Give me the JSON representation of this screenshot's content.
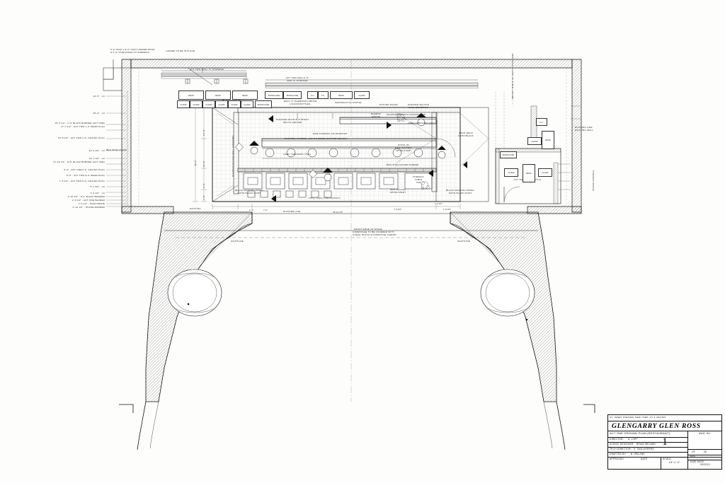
{
  "sheet": {
    "background_color": "#fdfdfc",
    "line_color": "#1a1a1a"
  },
  "title_block": {
    "venue": "ST. JAMES THEATER, NEW YORK, NY & USA 829",
    "production": "GLENGARRY GLEN ROSS",
    "drawing_title": "ACT ONE GROUND PLAN (RESTAURANT)",
    "director_label": "DIRECTOR:",
    "director": "A. LOPP",
    "scenic_designer_label": "SCENIC DESIGNER:",
    "scenic_designer": "BRIAN IRELAND",
    "tech_director_label": "TECH DIRECTOR:",
    "tech_director": "S. TAGLIAFERRO",
    "drafted_by_label": "DRAFTED BY:",
    "drafted_by": "B. IRELAND",
    "approved_label": "APPROVED",
    "date_label": "DATE",
    "scale_label": "SCALE:",
    "scale_value": "1/4\"=1'-0\"",
    "dwg_no_label": "DWG. NO.",
    "dwg_no": "1",
    "of_label": "OF",
    "of_value": "28",
    "rev_label": "REV.",
    "dwg_date_label": "DWG DATE",
    "dwg_date": "09/22/12"
  },
  "linesets": [
    {
      "pos": "22'-9\" - LX"
    },
    {
      "pos": "20'-0\" - LX"
    },
    {
      "pos": "18'-0 1/2\" - U.S. BLACK BORDER (ACT ONE)"
    },
    {
      "pos": "17'-7 1/2\" - ACT TWO U.S. BEAM PLUG"
    },
    {
      "pos": "15'-8 1/2\" - ACT TWO U.S. CEILING PLUG"
    },
    {
      "pos": "13'-9 1/2\" - LX"
    },
    {
      "pos": "11'-1 1/2\" - LX"
    },
    {
      "pos": "10'-10 1/2\" - M.S. BLACK BORDER (ACT ONE)"
    },
    {
      "pos": "9'-0\" - ACT ONE D.S. CEILING PLUG"
    },
    {
      "pos": "8'-0\" - ACT TWO D.S. BEAM PLUG"
    },
    {
      "pos": "7'-5 1/2\" - ACT TWO D.S. CEILING PLUG"
    },
    {
      "pos": "5'-1 3/4\" - LX"
    },
    {
      "pos": "3'-0 1/2\" - LX"
    },
    {
      "pos": "2'-10 1/2\" - D.S. BLACK BORDER"
    },
    {
      "pos": "2'-0 1/2\" - ACT ONE HEADER"
    },
    {
      "pos": "1'-5 1/2\" - MAIN DRAPE"
    },
    {
      "pos": "0'-10 1/2\" - HOUSE BORDER"
    }
  ],
  "annotations": {
    "top_left_note": "5'-0\" HIGH x 8'-0\" HIGH LADDER DOOR\n& 2'-0\" STEP DOWN TO SIDEWALK",
    "ladder_note": "LADDER TO BE IN PLACE",
    "act_two_wall_o_storage": "ACT TWO WALL 'O' STORAGE",
    "act_two_walls_pq_storage": "ACT TWO WALLS 'P'\nAND 'Q' STORAGE",
    "wall_o_overhang": "WALL 'O' OVERHANG ABOVE\nLIQUOR BOTTLES",
    "bodhisattva_statue": "BODHISATTVA STATUE",
    "black_masking_flats": "BLACK MASKING\nFLATS",
    "pleated_velour_curtain": "PLEATED VELOUR CURTAIN\nSPLITS CENTER",
    "jade_formica_countertop": "JADE FORMICA COUNTERTOP",
    "pleated_padded_studded": "PLEATED, PADDED, AND STUDDED LEATHER EDGING",
    "salmon_formica_countertop": "SALMON FORMICA COUNTERTOP",
    "dark_terrazzo_vinyl_1": "DARK TERRAZZO VINYL",
    "dark_terrazzo_vinyl_2": "DARK TERRAZZO VINYL",
    "dark_terrazzo_vinyl_3": "DARK TERRAZZO VINYL",
    "red_shellacked_screen": "RED SHELLACKED SCREEN",
    "formica_table_top": "FORMICA\nTABLE\nTOP",
    "vinyl_tiles_throughout": "VINYL TILES THROUGHOUT",
    "stool_red_leather": "STOOL W/\nRED LEATHER\nUPHOLSTERY",
    "red_velour_upholstery": "RED VELOUR\nUPHOLSTERY",
    "pleated_velour_wall_covering_1": "PLEATED VELOUR\nWALL COVERING",
    "pleated_velour_wall_covering_2": "PLEATED VELOUR\nWALL COVERING",
    "paint_deck_satin_black": "PAINT DECK\nSATIN BLACK",
    "black_masking_panel_1": "BLACK MASKING PANEL\nSATIN BLACK PAINT",
    "black_masking_panel_2": "BLACK MASKING PANEL\nSATIN BLACK PAINT",
    "buddha_statue": "BUDDHA\nSTATUE",
    "potted_palms": "POTTED PALMS",
    "act_two_office_plug": "ACT TWO OFFICE PLUG",
    "plaster_line": "PLASTER LINE",
    "front_edge_of_stage": "FRONT EDGE OF STAGE",
    "sightline_left": "SIGHTLINE",
    "sightline_right": "SIGHTLINE",
    "forestage_note": "FORESTAGE TO BE COVERED WITH\nCHEAP, BLACK AUTOMOTIVE CARPET",
    "red_wine_crate": "RED WINE CRATE",
    "existing_note": "EXISTING",
    "building_line_note": "BUILDING LINE\nEXISTING WALL",
    "height_note_right": "MOUNT HEIGHT\nOF SOFFIT OVERHANG",
    "sound_console_note": "SOUND CONSOLE"
  },
  "furniture": {
    "desk": "DESK",
    "chair": "CHAIR",
    "bookcase": "BOOKCASE",
    "fc": "F.C."
  },
  "dimensions": {
    "d1": "10'-3\"",
    "d2": "10'-3\"",
    "d3": "2'-3\"",
    "d4": "1'-5\"",
    "d5": "2'-3\"",
    "d6": "33'-3\"",
    "d7": "1'-3\"",
    "d8": "7'-2\"",
    "d9": "18'-10 1/2\"",
    "d10": "7'-6 3/4\"",
    "d11": "1'-8 3/4\"",
    "d12": "7'-2 1/2\"",
    "d13": "1'-8 3/4\"",
    "d14": "4'-0\"",
    "d15": "4'-0\"",
    "d16": "4'-0\"",
    "d17": "4'-0\"",
    "d18": "4'-0\"",
    "d19": "4'-0\""
  }
}
